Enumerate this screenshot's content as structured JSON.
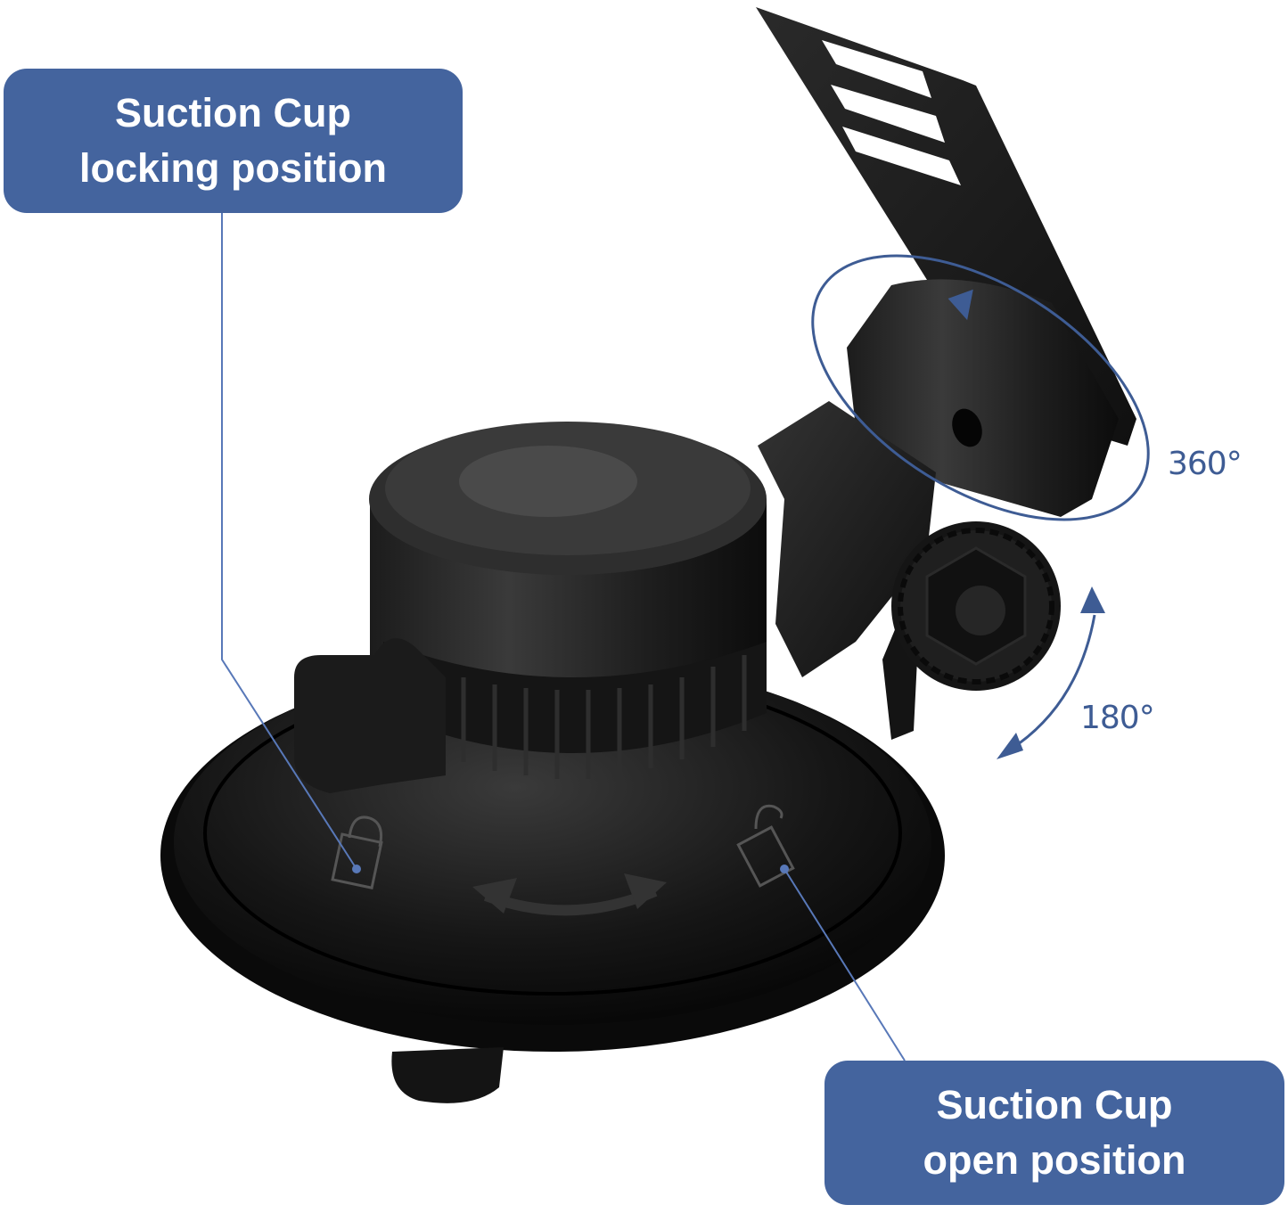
{
  "callouts": {
    "locking": {
      "line1": "Suction Cup",
      "line2": "locking position"
    },
    "open": {
      "line1": "Suction Cup",
      "line2": "open position"
    }
  },
  "rotation": {
    "swivel": "360°",
    "tilt": "180°"
  },
  "icons": {
    "lock_closed": "padlock-closed",
    "lock_open": "padlock-open",
    "rotate_arrow": "curved-double-arrow"
  },
  "colors": {
    "accent": "#44649e",
    "arrow": "#3e5c94",
    "product": "#1a1a1a",
    "background": "#ffffff"
  }
}
